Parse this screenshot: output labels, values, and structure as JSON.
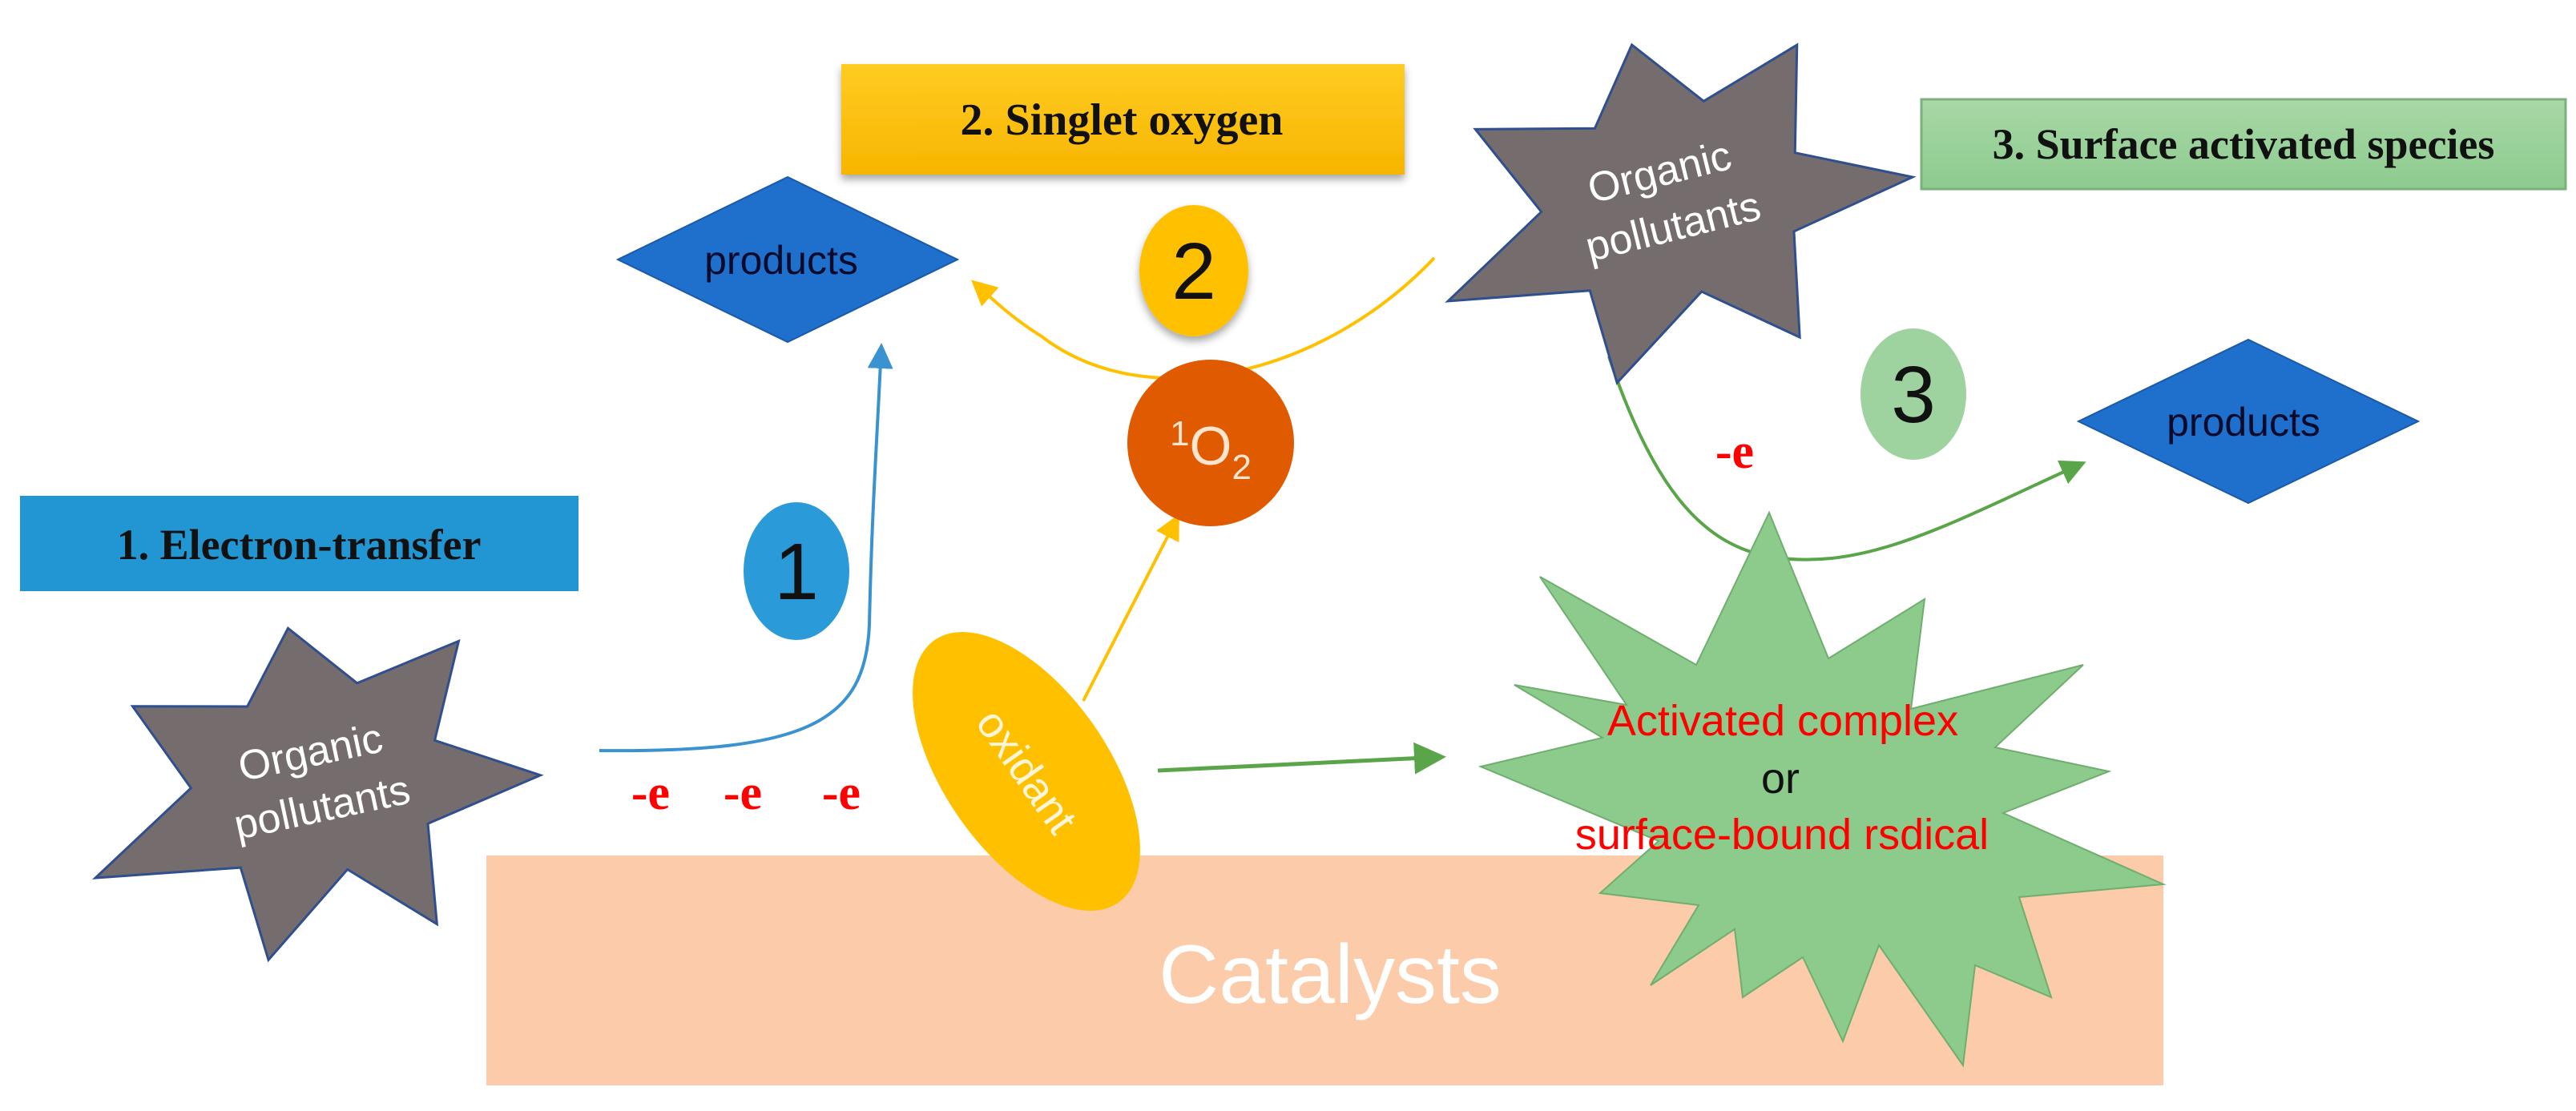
{
  "diagram": {
    "title": "Non-radical degradation pathways of organic pollutants on catalysts",
    "pathway_labels": [
      {
        "id": "1",
        "label": "1. Electron-transfer",
        "color": "#2196D3"
      },
      {
        "id": "2",
        "label": "2. Singlet oxygen",
        "color": "#FFC000"
      },
      {
        "id": "3",
        "label": "3. Surface activated species",
        "color": "#92D09A"
      }
    ],
    "step_markers": [
      {
        "label": "1",
        "color": "#2A9BD8"
      },
      {
        "label": "2",
        "color": "#FFC000"
      },
      {
        "label": "3",
        "color": "#9ED3A0"
      }
    ],
    "species": {
      "pollutant_left_line1": "Organic",
      "pollutant_left_line2": "pollutants",
      "pollutant_top_line1": "Organic",
      "pollutant_top_line2": "pollutants",
      "products_left": "products",
      "products_right": "products",
      "singlet_oxygen_sup": "1",
      "singlet_oxygen_base": "O",
      "singlet_oxygen_sub": "2",
      "oxidant": "oxidant",
      "activated_line1": "Activated complex",
      "activated_line2": "or",
      "activated_line3": "surface-bound rsdical",
      "catalysts": "Catalysts"
    },
    "electron_labels": [
      "-e",
      "-e",
      "-e",
      "-e"
    ],
    "colors": {
      "pollutant_fill": "#756D6D",
      "pollutant_stroke": "#2F4F8F",
      "products_fill": "#1F6FCC",
      "singlet_oxygen_fill": "#E05A00",
      "oxidant_fill": "#FFC000",
      "burst_fill": "#8CCB8C",
      "catalyst_fill": "#FBCBAA",
      "electron_text": "#FF0000",
      "activated_text": "#FF0000",
      "arrow_blue": "#3A93D0",
      "arrow_yellow": "#FFC000",
      "arrow_green": "#5AA54A"
    }
  }
}
